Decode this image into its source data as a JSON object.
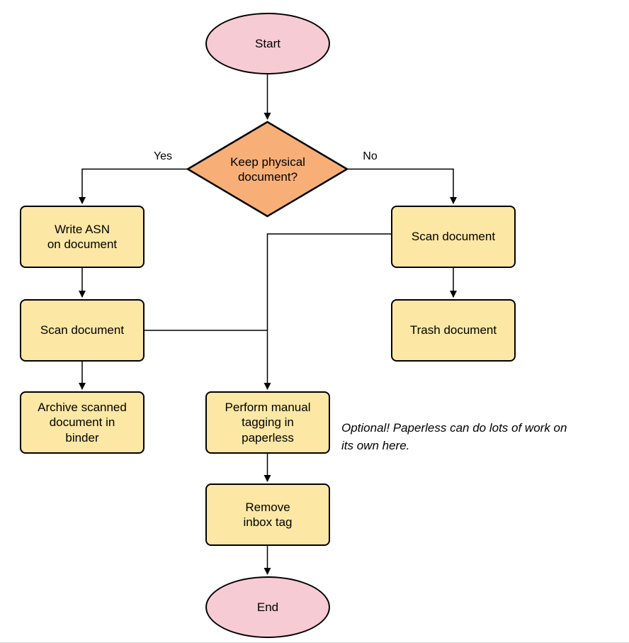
{
  "diagram": {
    "nodes": {
      "start": {
        "label": "Start"
      },
      "decision_keep_physical": {
        "label": "Keep physical\ndocument?"
      },
      "write_asn": {
        "label": "Write ASN\non document"
      },
      "scan_document_left": {
        "label": "Scan document"
      },
      "archive_scanned": {
        "label": "Archive scanned\ndocument in\nbinder"
      },
      "scan_document_right": {
        "label": "Scan document"
      },
      "trash_document": {
        "label": "Trash document"
      },
      "manual_tagging": {
        "label": "Perform manual\ntagging in\npaperless"
      },
      "remove_inbox_tag": {
        "label": "Remove\ninbox tag"
      },
      "end": {
        "label": "End"
      }
    },
    "edge_labels": {
      "yes": "Yes",
      "no": "No"
    },
    "edges": [
      {
        "from": "Start",
        "to": "Keep physical document?"
      },
      {
        "from": "Keep physical document?",
        "to": "Write ASN on document",
        "label": "Yes"
      },
      {
        "from": "Keep physical document?",
        "to": "Scan document (right)",
        "label": "No"
      },
      {
        "from": "Write ASN on document",
        "to": "Scan document (left)"
      },
      {
        "from": "Scan document (left)",
        "to": "Archive scanned document in binder"
      },
      {
        "from": "Scan document (left)",
        "to": "Perform manual tagging in paperless"
      },
      {
        "from": "Scan document (right)",
        "to": "Trash document"
      },
      {
        "from": "Scan document (right)",
        "to": "Perform manual tagging in paperless"
      },
      {
        "from": "Perform manual tagging in paperless",
        "to": "Remove inbox tag"
      },
      {
        "from": "Remove inbox tag",
        "to": "End"
      }
    ],
    "annotation": "Optional! Paperless can do lots of work on\nits own here.",
    "colors": {
      "terminator_fill": "#F7CBD3",
      "decision_fill": "#F7AF77",
      "process_fill": "#FCE7A4",
      "stroke": "#000000",
      "edge": "#000000",
      "background": "#FFFFFF"
    }
  }
}
